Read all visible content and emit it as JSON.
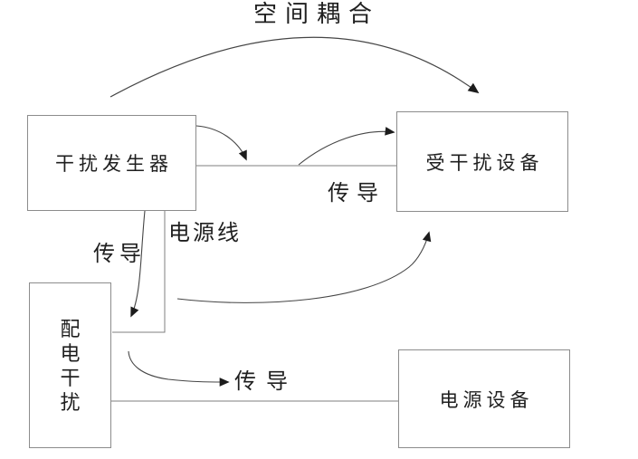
{
  "diagram": {
    "boxes": {
      "interference_generator": {
        "label": "干扰发生器"
      },
      "interfered_device": {
        "label": "受干扰设备"
      },
      "power_distribution_interference": {
        "label": "配电干扰"
      },
      "power_equipment": {
        "label": "电源设备"
      }
    },
    "labels": {
      "space_coupling": "空间耦合",
      "conduction_top": "传导",
      "power_line": "电源线",
      "conduction_left": "传导",
      "conduction_bottom": "传导"
    },
    "colors": {
      "background": "#ffffff",
      "box_border": "#8c8c8c",
      "connector_line": "#7f7f7f",
      "arrow_line": "#454545",
      "arrowhead": "#1c1c1c",
      "text": "#1f1f1f"
    }
  }
}
